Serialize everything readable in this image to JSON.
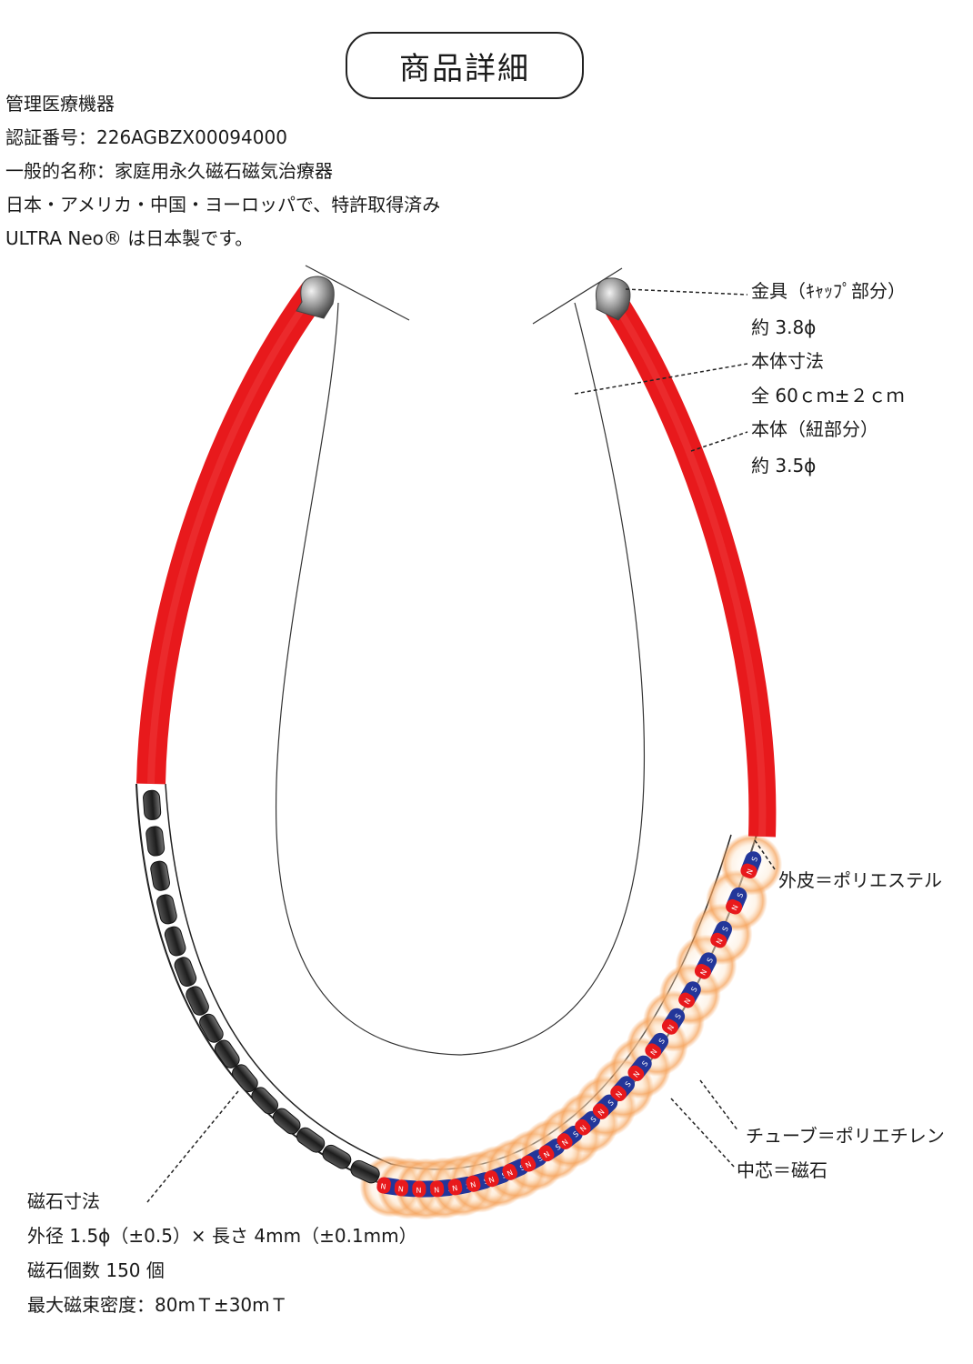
{
  "title": "商品詳細",
  "info_lines": [
    "管理医療機器",
    "認証番号：226AGBZX00094000",
    "一般的名称：家庭用永久磁石磁気治療器",
    "日本・アメリカ・中国・ヨーロッパで、特許取得済み",
    "ULTRA Neo® は日本製です。"
  ],
  "callouts": {
    "cap_label": "金具（ｷｬｯﾌﾟ部分）",
    "cap_size": "約 3.8ϕ",
    "length_label": "本体寸法",
    "length_value": "全 60ｃｍ±２ｃｍ",
    "cord_label": "本体（紐部分）",
    "cord_size": "約 3.5ϕ",
    "outer_skin": "外皮＝ポリエステル",
    "tube": "チューブ＝ポリエチレン",
    "core": "中芯＝磁石"
  },
  "magnet_spec": {
    "title": "磁石寸法",
    "dimensions": "外径 1.5ϕ（±0.5）× 長さ 4mm（±0.1mm）",
    "count": "磁石個数 150 個",
    "flux": "最大磁束密度：80mＴ±30mＴ"
  },
  "magnet_poles": {
    "north": "N",
    "south": "S"
  },
  "colors": {
    "cord_red": "#e8191c",
    "magnet_blue": "#23369a",
    "magnet_red": "#e8191c",
    "glow_orange": "#f5a35c",
    "cap_gray": "#8c8c8c"
  }
}
